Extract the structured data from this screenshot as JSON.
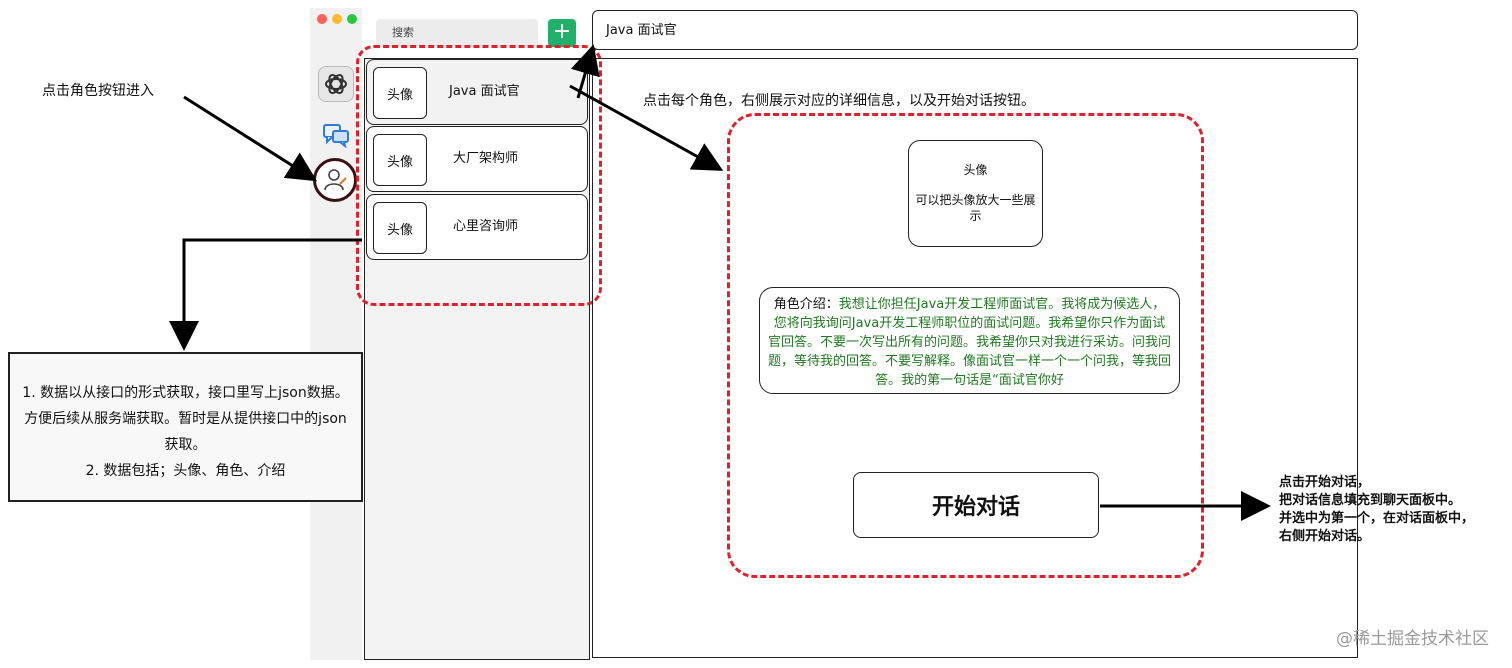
{
  "window": {
    "traffic_lights": [
      "#ff5f57",
      "#febc2e",
      "#28c840"
    ]
  },
  "sidebar": {
    "icons": [
      "openai-logo-icon",
      "chat-bubbles-icon",
      "role-user-icon"
    ]
  },
  "search": {
    "placeholder": "搜索"
  },
  "add_button": {
    "label": "+"
  },
  "roles": [
    {
      "avatar": "头像",
      "name": "Java 面试官"
    },
    {
      "avatar": "头像",
      "name": "大厂架构师"
    },
    {
      "avatar": "头像",
      "name": "心里咨询师"
    }
  ],
  "header": {
    "title": "Java 面试官"
  },
  "detail": {
    "avatar_line1": "头像",
    "avatar_line2": "可以把头像放大一些展示",
    "intro_label": "角色介绍：",
    "intro_text": "我想让你担任Java开发工程师面试官。我将成为候选人，您将向我询问Java开发工程师职位的面试问题。我希望你只作为面试官回答。不要一次写出所有的问题。我希望你只对我进行采访。问我问题，等待我的回答。不要写解释。像面试官一样一个一个问我，等我回答。我的第一句话是“面试官你好",
    "start_button": "开始对话"
  },
  "annotations": {
    "enter_role": "点击角色按钮进入",
    "click_role": "点击每个角色，右侧展示对应的详细信息，以及开始对话按钮。",
    "data_line1": "1. 数据以从接口的形式获取，接口里写上json数据。方便后续从服务端获取。暂时是从提供接口中的json获取。",
    "data_line2": "2. 数据包括；头像、角色、介绍",
    "start_line1": "点击开始对话，",
    "start_line2": "把对话信息填充到聊天面板中。",
    "start_line3": "并选中为第一个，在对话面板中，",
    "start_line4": "右侧开始对话。"
  },
  "watermark": "@稀土掘金技术社区",
  "colors": {
    "accent_green": "#20b06a",
    "highlight_red": "#e0202a",
    "intro_text": "#1f7a1f"
  }
}
